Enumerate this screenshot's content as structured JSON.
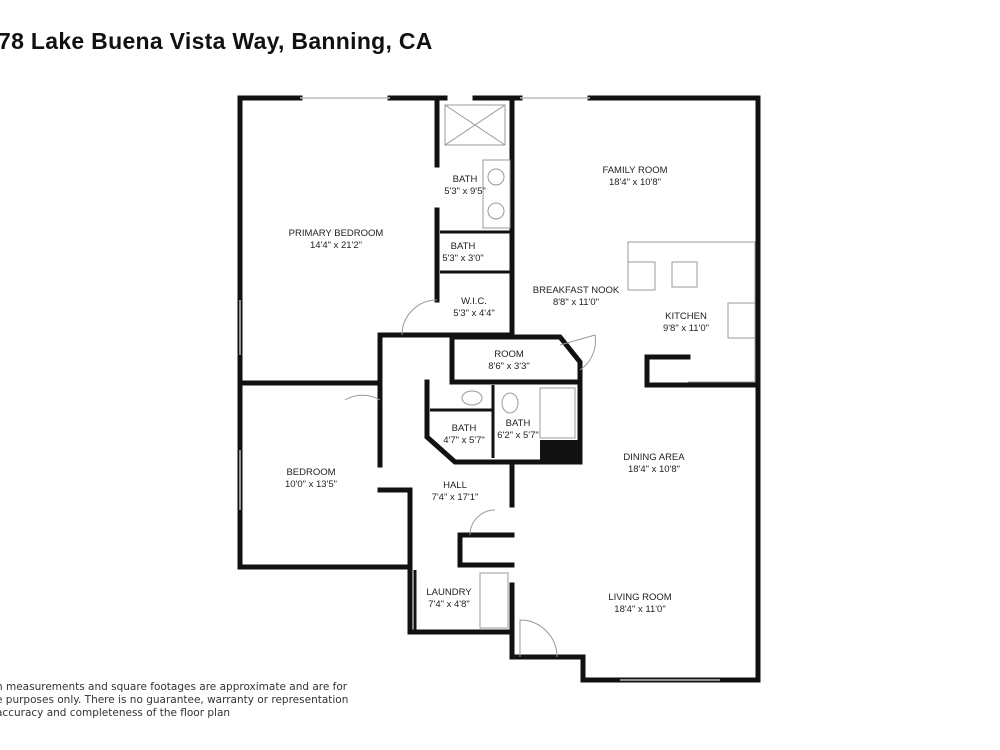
{
  "title": "78 Lake Buena Vista Way, Banning, CA",
  "rooms": {
    "primary_bedroom": {
      "name": "PRIMARY BEDROOM",
      "dims": "14'4\" x 21'2\""
    },
    "bath1": {
      "name": "BATH",
      "dims": "5'3\" x 9'5\""
    },
    "bath2": {
      "name": "BATH",
      "dims": "5'3\" x 3'0\""
    },
    "wic": {
      "name": "W.I.C.",
      "dims": "5'3\" x 4'4\""
    },
    "family_room": {
      "name": "FAMILY ROOM",
      "dims": "18'4\" x 10'8\""
    },
    "breakfast_nook": {
      "name": "BREAKFAST NOOK",
      "dims": "8'8\" x 11'0\""
    },
    "kitchen": {
      "name": "KITCHEN",
      "dims": "9'8\" x 11'0\""
    },
    "room": {
      "name": "ROOM",
      "dims": "8'6\" x 3'3\""
    },
    "bath3": {
      "name": "BATH",
      "dims": "4'7\" x 5'7\""
    },
    "bath4": {
      "name": "BATH",
      "dims": "6'2\" x 5'7\""
    },
    "bedroom": {
      "name": "BEDROOM",
      "dims": "10'0\" x 13'5\""
    },
    "hall": {
      "name": "HALL",
      "dims": "7'4\" x 17'1\""
    },
    "dining_area": {
      "name": "DINING AREA",
      "dims": "18'4\" x 10'8\""
    },
    "laundry": {
      "name": "LAUNDRY",
      "dims": "7'4\" x 4'8\""
    },
    "living_room": {
      "name": "LIVING ROOM",
      "dims": "18'4\" x 11'0\""
    }
  },
  "disclaimer": [
    "n measurements and square footages are approximate and are for",
    "e purposes only. There is no guarantee, warranty or representation",
    " accuracy and completeness of the floor plan"
  ]
}
